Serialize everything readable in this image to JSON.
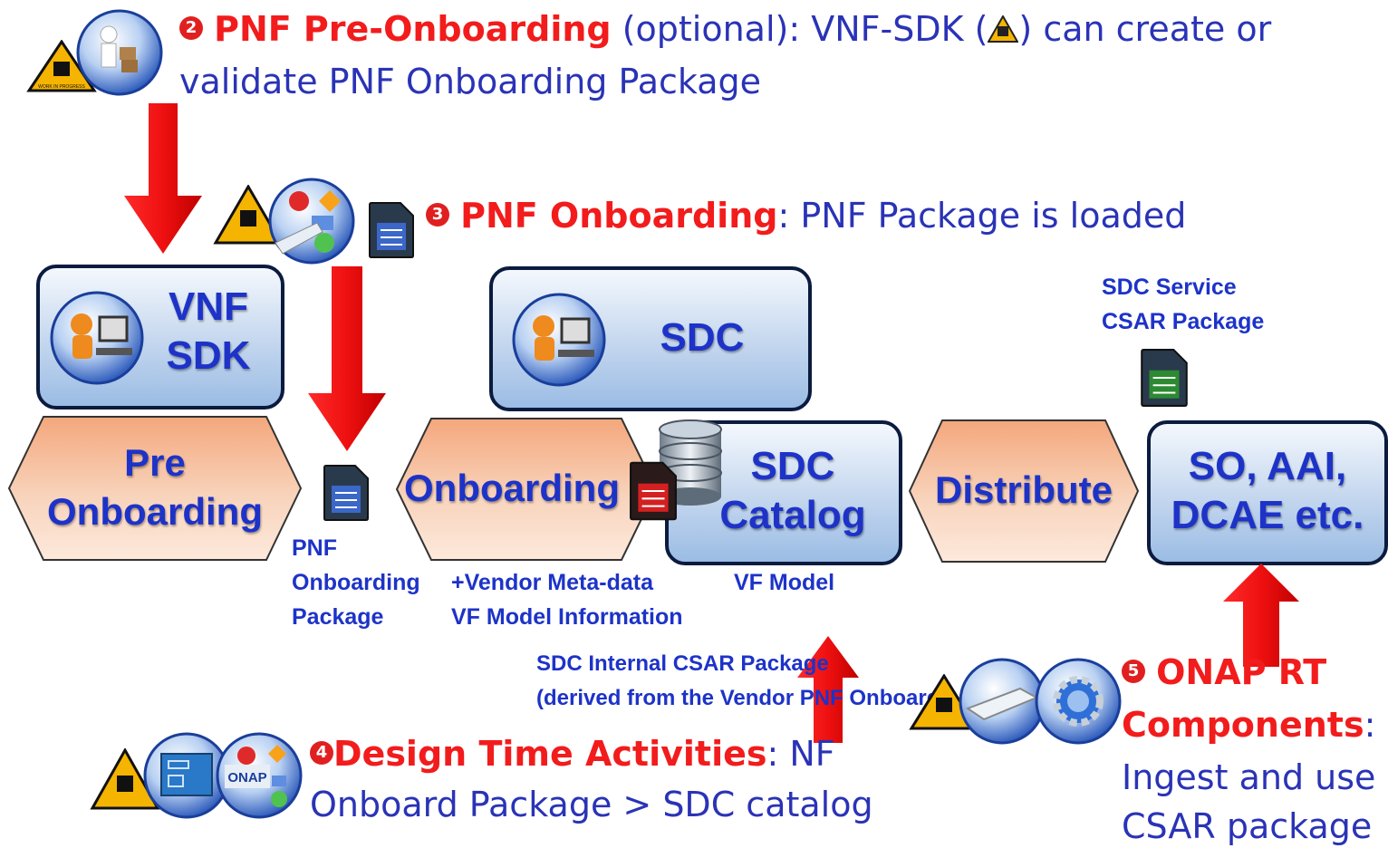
{
  "step2": {
    "num": "2",
    "title": "PNF Pre-Onboarding",
    "text_a": " (optional): VNF-SDK (",
    "text_b": ") can create or",
    "line2": "validate PNF Onboarding Package"
  },
  "step3": {
    "num": "3",
    "title": "PNF Onboarding",
    "text": ": PNF Package is loaded"
  },
  "step4": {
    "num": "4",
    "title": "Design Time Activities",
    "text": ": NF",
    "line2": "Onboard Package > SDC catalog"
  },
  "step5": {
    "num": "5",
    "line1": "ONAP RT",
    "title": "Components",
    "text": ":",
    "line3": "Ingest and use",
    "line4": "CSAR package"
  },
  "boxes": {
    "vnf_sdk": [
      "VNF",
      "SDK"
    ],
    "sdc": "SDC",
    "sdc_catalog": [
      "SDC",
      "Catalog"
    ],
    "so_aai": [
      "SO, AAI,",
      "DCAE etc."
    ]
  },
  "hexes": {
    "pre_onboarding": [
      "Pre",
      "Onboarding"
    ],
    "onboarding": "Onboarding",
    "distribute": "Distribute"
  },
  "labels": {
    "pnf_pkg": [
      "PNF",
      "Onboarding",
      "Package"
    ],
    "vendor": [
      "+Vendor Meta-data",
      "VF Model Information"
    ],
    "vf_model": "VF Model",
    "sdc_service": [
      "SDC Service",
      "CSAR Package"
    ],
    "sdc_internal": [
      "SDC Internal CSAR Package",
      "(derived from the Vendor PNF Onboarding Package)"
    ]
  },
  "logo_text": {
    "wip": "WORK IN PROGRESS",
    "onap": "ONAP"
  },
  "colors": {
    "accent_red": "#f21c1c",
    "text_blue": "#2a33b6",
    "box_blue": "#c3d6ee",
    "hex_orange": "#f5c4a0",
    "doc_blue": "#3a67c8",
    "doc_red": "#d42020",
    "doc_green": "#2d8a32"
  }
}
